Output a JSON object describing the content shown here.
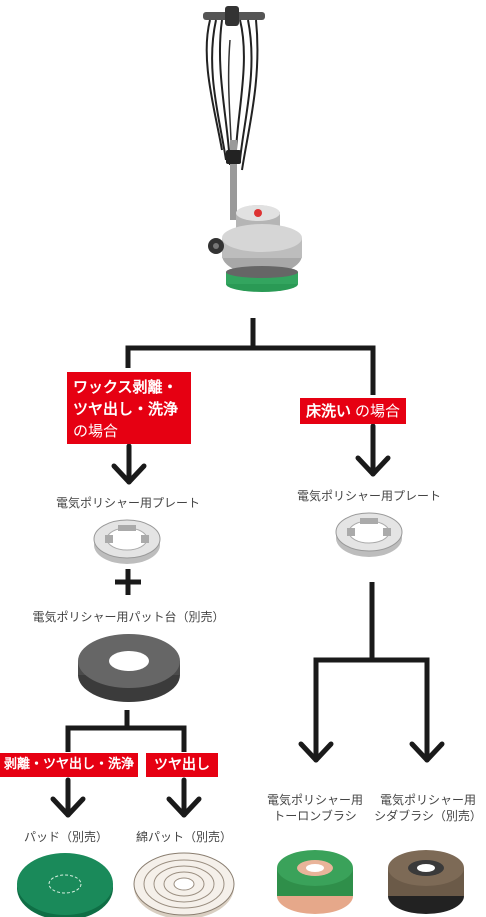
{
  "left_branch": {
    "tag_line1": "ワックス剥離・",
    "tag_line2": "ツヤ出し・洗浄",
    "tag_suffix": "の場合",
    "plate_label": "電気ポリシャー用プレート",
    "pad_base_label": "電気ポリシャー用パット台（別売）",
    "sub_left_tag": "剥離・ツヤ出し・洗浄",
    "sub_right_tag": "ツヤ出し",
    "pad_label": "パッド（別売）",
    "cotton_pad_label": "綿パット（別売）"
  },
  "right_branch": {
    "tag_main": "床洗い",
    "tag_suffix": "の場合",
    "plate_label": "電気ポリシャー用プレート",
    "brush1_line1": "電気ポリシャー用",
    "brush1_line2": "トーロンブラシ",
    "brush2_line1": "電気ポリシャー用",
    "brush2_line2": "シダブラシ（別売）"
  },
  "colors": {
    "accent": "#e60012",
    "line": "#1a1a1a",
    "pad_green": "#1a8a5a",
    "brush_green": "#2f8f4a",
    "brush_brown": "#6b5a48"
  }
}
